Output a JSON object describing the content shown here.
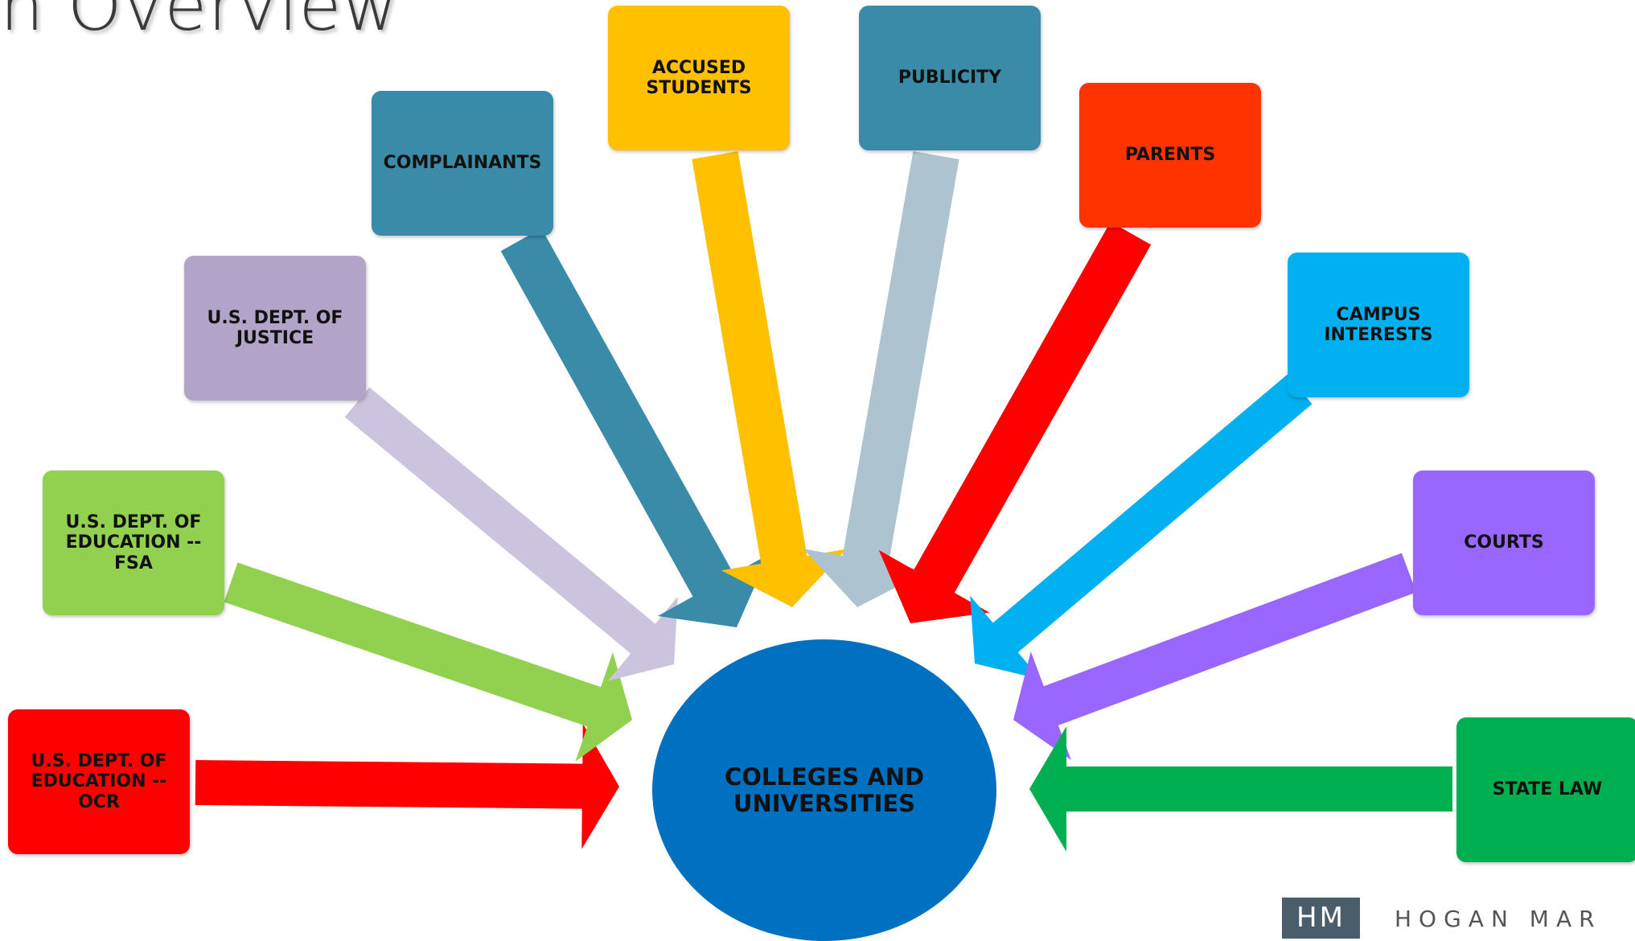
{
  "title": "n Overview",
  "center": {
    "label": "COLLEGES AND\nUNIVERSITIES",
    "color": "#0070C0"
  },
  "stakeholders": [
    {
      "label": "U.S. DEPT. OF\nEDUCATION --\nOCR",
      "color": "#FF0000",
      "arrow_color": "#FF0000"
    },
    {
      "label": "U.S. DEPT. OF\nEDUCATION --\nFSA",
      "color": "#92D050",
      "arrow_color": "#92D050"
    },
    {
      "label": "U.S. DEPT. OF\nJUSTICE",
      "color": "#B1A4C8",
      "arrow_color": "#CCC3DE"
    },
    {
      "label": "COMPLAINANTS",
      "color": "#3A8BA8",
      "arrow_color": "#3A8BA8"
    },
    {
      "label": "ACCUSED\nSTUDENTS",
      "color": "#FFC000",
      "arrow_color": "#FFC000"
    },
    {
      "label": "PUBLICITY",
      "color": "#3A8BA8",
      "arrow_color": "#ADC3D0"
    },
    {
      "label": "PARENTS",
      "color": "#FF3300",
      "arrow_color": "#FF0000"
    },
    {
      "label": "CAMPUS\nINTERESTS",
      "color": "#00B0F0",
      "arrow_color": "#00B0F0"
    },
    {
      "label": "COURTS",
      "color": "#9966FF",
      "arrow_color": "#9966FF"
    },
    {
      "label": "STATE LAW",
      "color": "#00B050",
      "arrow_color": "#00B050"
    }
  ],
  "logo": {
    "mark": "HM",
    "text": "HOGAN MAR"
  }
}
